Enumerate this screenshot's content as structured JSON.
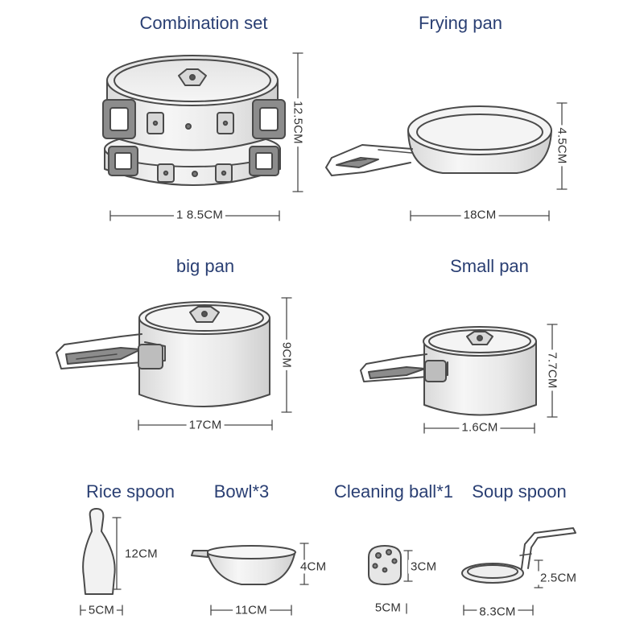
{
  "titles": {
    "combination_set": "Combination set",
    "frying_pan": "Frying pan",
    "big_pan": "big pan",
    "small_pan": "Small pan",
    "rice_spoon": "Rice spoon",
    "bowl": "Bowl*3",
    "cleaning_ball": "Cleaning ball*1",
    "soup_spoon": "Soup spoon"
  },
  "dimensions": {
    "combination_width": "1 8.5CM",
    "combination_height": "12.5CM",
    "frying_width": "18CM",
    "frying_height": "4.5CM",
    "big_width": "17CM",
    "big_height": "9CM",
    "small_width": "1.6CM",
    "small_height": "7.7CM",
    "rice_width": "5CM",
    "rice_height": "12CM",
    "bowl_width": "11CM",
    "bowl_height": "4CM",
    "ball_width": "5CM",
    "ball_height": "3CM",
    "soup_width": "8.3CM",
    "soup_height": "2.5CM"
  },
  "colors": {
    "title_text": "#2a3f73",
    "line_art": "#4a4a4a",
    "body_fill": "#ececec"
  }
}
